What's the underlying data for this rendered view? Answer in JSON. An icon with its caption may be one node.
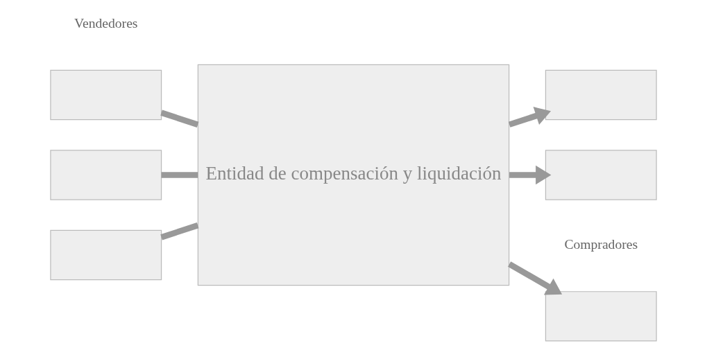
{
  "diagram": {
    "nodes": [
      {
        "text": [],
        "shape": "box"
      },
      {
        "text": [],
        "shape": "box"
      },
      {
        "text": [],
        "shape": "box"
      },
      {
        "text": [
          "Entidad de compensación y liquidación"
        ]
      },
      {
        "text": [],
        "shape": "box"
      },
      {
        "text": [],
        "shape": "box"
      },
      {
        "text": [],
        "shape": "box"
      }
    ],
    "edges": [
      {
        "from": 0,
        "to": 3,
        "arrow": "none"
      },
      {
        "from": 1,
        "to": 3,
        "arrow": "none"
      },
      {
        "from": 2,
        "to": 3,
        "arrow": "none"
      },
      {
        "from": 3,
        "to": 4,
        "arrow": "to"
      },
      {
        "from": 3,
        "to": 5,
        "arrow": "to"
      },
      {
        "from": 3,
        "to": 6,
        "arrow": "to"
      }
    ],
    "labels": [
      "Vendedores",
      "Compradores"
    ]
  }
}
